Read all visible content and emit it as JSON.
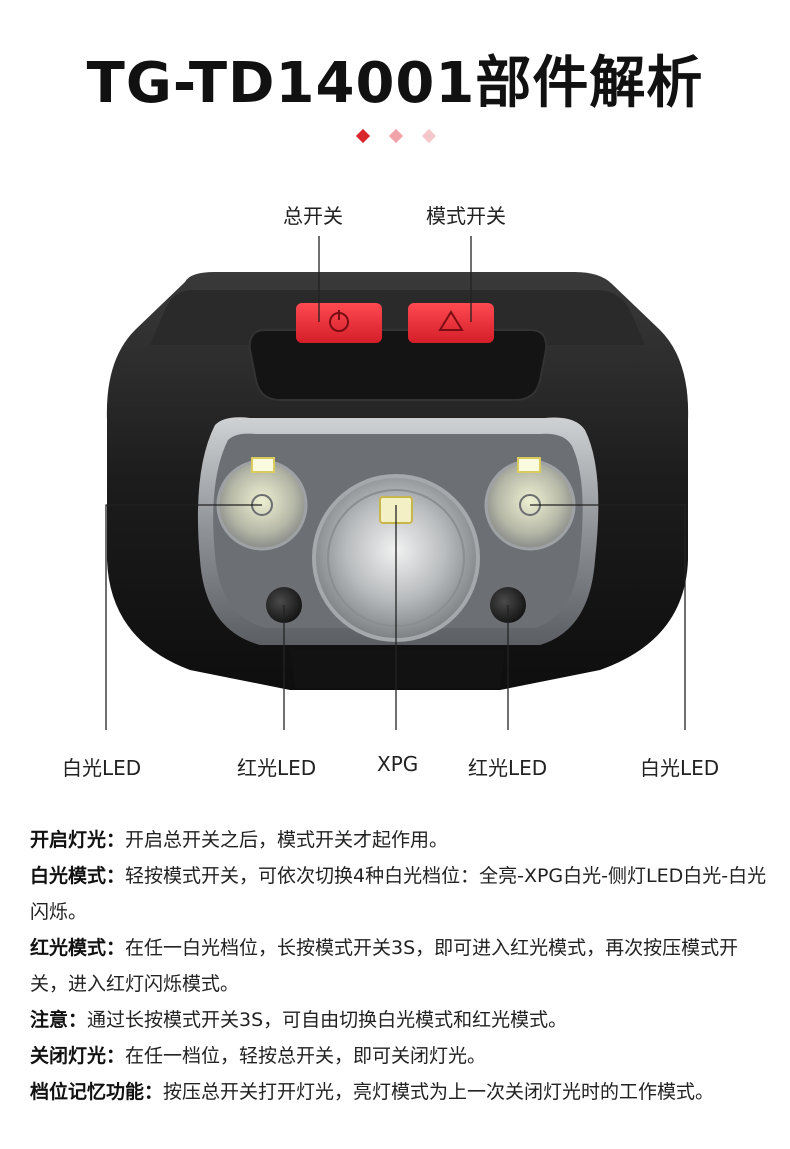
{
  "title": "TG-TD14001部件解析",
  "colors": {
    "accent_red": "#e8232f",
    "diamond_1": "#d9262d",
    "diamond_2": "#f0a3a8",
    "diamond_3": "#f6c7ca",
    "body_dark": "#1a1a1a",
    "button_red": "#ea2a34"
  },
  "labels": {
    "main_switch": "总开关",
    "mode_switch": "模式开关",
    "white_led_left": "白光LED",
    "red_led_left": "红光LED",
    "xpg": "XPG",
    "red_led_right": "红光LED",
    "white_led_right": "白光LED"
  },
  "icons": {
    "main_switch": "power-icon",
    "mode_switch": "triangle-cycle-icon"
  },
  "description": [
    {
      "key": "开启灯光：",
      "text": "开启总开关之后，模式开关才起作用。"
    },
    {
      "key": "白光模式：",
      "text": "轻按模式开关，可依次切换4种白光档位：全亮-XPG白光-侧灯LED白光-白光闪烁。"
    },
    {
      "key": "红光模式：",
      "text": "在任一白光档位，长按模式开关3S，即可进入红光模式，再次按压模式开关，进入红灯闪烁模式。"
    },
    {
      "key": "注意：",
      "text": "通过长按模式开关3S，可自由切换白光模式和红光模式。"
    },
    {
      "key": "关闭灯光：",
      "text": "在任一档位，轻按总开关，即可关闭灯光。"
    },
    {
      "key": "档位记忆功能：",
      "text": "按压总开关打开灯光，亮灯模式为上一次关闭灯光时的工作模式。"
    }
  ]
}
